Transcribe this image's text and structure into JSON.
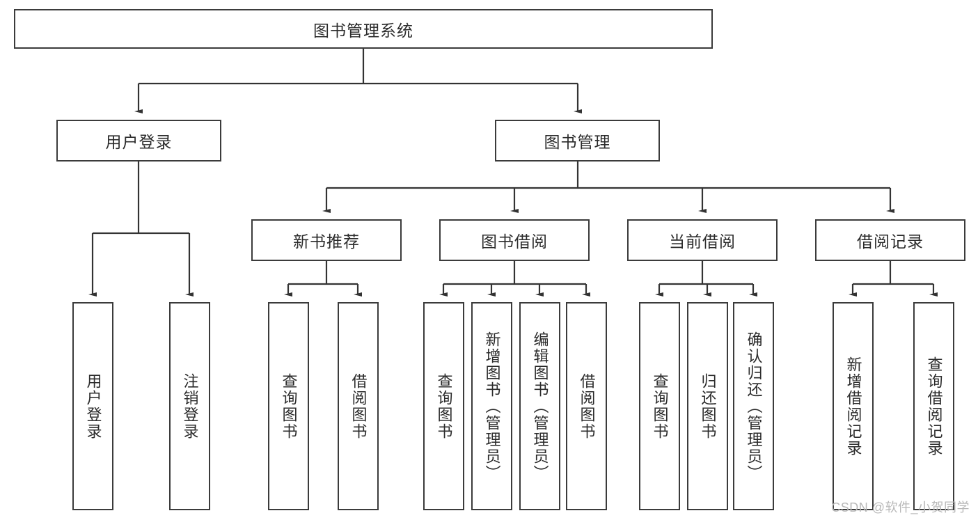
{
  "diagram": {
    "type": "tree-hierarchy",
    "title": "图书管理系统",
    "watermark": "CSDN @软件_小贺同学",
    "colors": {
      "box_border": "#3b3b3b",
      "box_fill": "#ffffff",
      "edge": "#333333",
      "text": "#2b2b2b",
      "watermark": "#b8b8b8"
    },
    "root": {
      "label": "图书管理系统"
    },
    "level2": [
      {
        "label": "用户登录"
      },
      {
        "label": "图书管理"
      }
    ],
    "level3": [
      {
        "label": "新书推荐"
      },
      {
        "label": "图书借阅"
      },
      {
        "label": "当前借阅"
      },
      {
        "label": "借阅记录"
      }
    ],
    "leaves": {
      "user_login": [
        {
          "label": "用户登录"
        },
        {
          "label": "注销登录"
        }
      ],
      "new_book": [
        {
          "label": "查询图书"
        },
        {
          "label": "借阅图书"
        }
      ],
      "book_borrow": [
        {
          "label": "查询图书"
        },
        {
          "label": "新增图书（管理员）"
        },
        {
          "label": "编辑图书（管理员）"
        },
        {
          "label": "借阅图书"
        }
      ],
      "current_borrow": [
        {
          "label": "查询图书"
        },
        {
          "label": "归还图书"
        },
        {
          "label": "确认归还（管理员）"
        }
      ],
      "borrow_record": [
        {
          "label": "新增借阅记录"
        },
        {
          "label": "查询借阅记录"
        }
      ]
    }
  }
}
